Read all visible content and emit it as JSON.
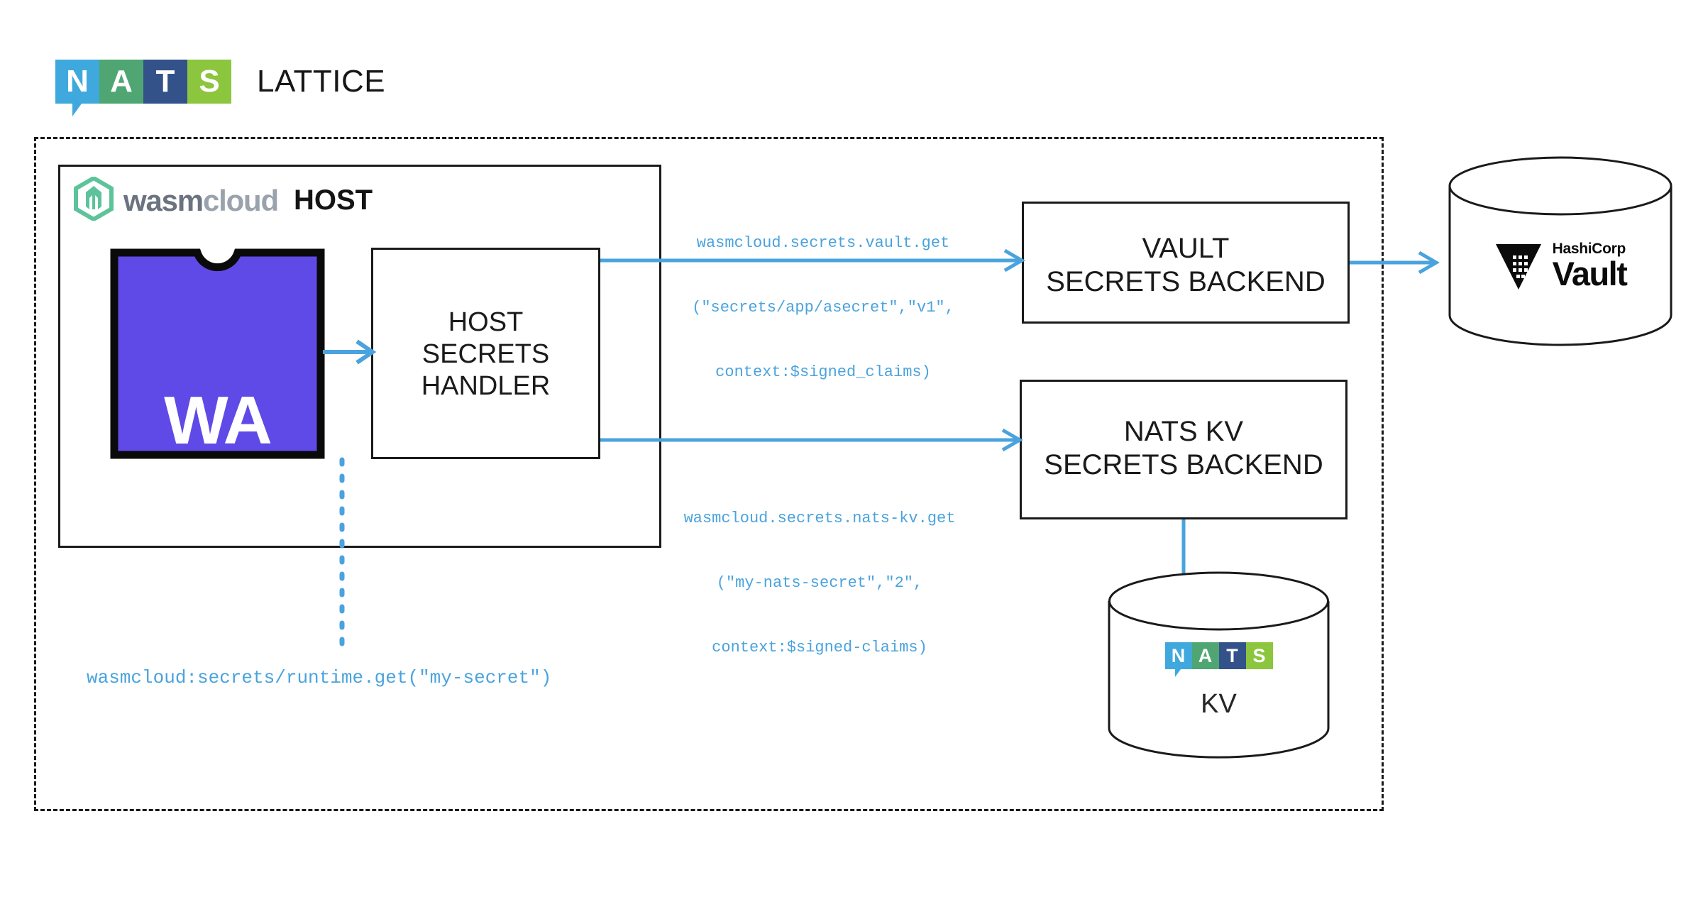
{
  "colors": {
    "accent_blue": "#4aa3dd",
    "nats_blue": "#3fa9dd",
    "nats_green": "#4fa672",
    "nats_darkblue": "#34528a",
    "nats_lightgreen": "#8cc63e",
    "wasm_component_purple": "#5f4ae8",
    "wasmcloud_green": "#5cc39a",
    "stroke_black": "#1a1a1a"
  },
  "lattice": {
    "title": "LATTICE",
    "logo": {
      "name": "nats-logo",
      "letters": [
        "N",
        "A",
        "T",
        "S"
      ]
    }
  },
  "host": {
    "brand_wasm": "wasm",
    "brand_cloud": "cloud",
    "title": "HOST",
    "logo_icon": "wasmcloud-hexagon-icon",
    "component": {
      "label": "WA",
      "icon": "wasm-component-puzzle-icon"
    },
    "secrets_handler": {
      "lines": [
        "HOST",
        "SECRETS",
        "HANDLER"
      ]
    },
    "runtime_call": "wasmcloud:secrets/runtime.get(\"my-secret\")"
  },
  "backends": [
    {
      "id": "vault-secrets-backend",
      "lines": [
        "VAULT",
        "SECRETS BACKEND"
      ],
      "subject_lines": [
        "wasmcloud.secrets.vault.get",
        "(\"secrets/app/asecret\",\"v1\",",
        "context:$signed_claims)"
      ]
    },
    {
      "id": "nats-kv-secrets-backend",
      "lines": [
        "NATS KV",
        "SECRETS BACKEND"
      ],
      "subject_lines": [
        "wasmcloud.secrets.nats-kv.get",
        "(\"my-nats-secret\",\"2\",",
        "context:$signed-claims)"
      ]
    }
  ],
  "stores": [
    {
      "id": "hashicorp-vault-store",
      "icon": "hashicorp-vault-triangle-icon",
      "brand_top": "HashiCorp",
      "brand_main": "Vault"
    },
    {
      "id": "nats-kv-store",
      "icon": "nats-logo",
      "letters": [
        "N",
        "A",
        "T",
        "S"
      ],
      "label": "KV"
    }
  ]
}
